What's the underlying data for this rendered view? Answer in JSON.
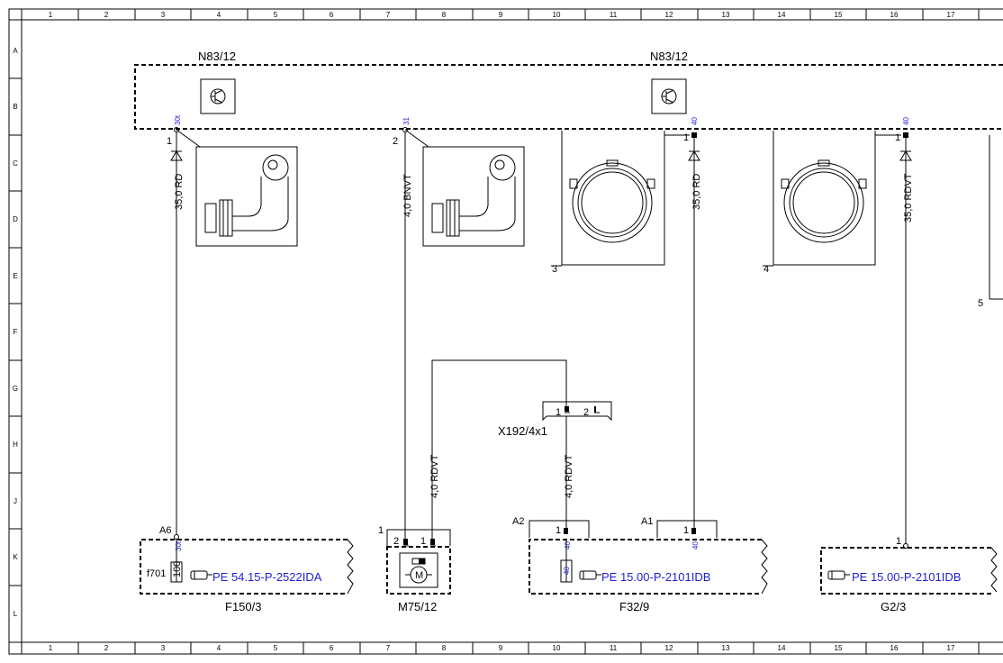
{
  "grid": {
    "columns": [
      "1",
      "2",
      "3",
      "4",
      "5",
      "6",
      "7",
      "8",
      "9",
      "10",
      "11",
      "12",
      "13",
      "14",
      "15",
      "16",
      "17"
    ],
    "rows": [
      "A",
      "B",
      "C",
      "D",
      "E",
      "F",
      "G",
      "H",
      "J",
      "K",
      "L"
    ]
  },
  "components": {
    "control_unit_left": "N83/12",
    "control_unit_right": "N83/12",
    "fuse_box": "F150/3",
    "motor": "M75/12",
    "prefuse_box": "F32/9",
    "battery": "G2/3",
    "connector": "X192/4x1"
  },
  "pins": {
    "n83_pin1": "1",
    "n83_pin2": "2",
    "n83_pin1_terminal": "30t",
    "n83_pin2_terminal": "31",
    "n83_pin_right1_terminal": "40",
    "n83_pin_right2_terminal": "40",
    "right1_pin": "1",
    "right2_pin": "1",
    "bolt_3": "3",
    "bolt_4": "4",
    "pin_5": "5",
    "conn_pin1": "1",
    "conn_pin2": "2",
    "fuse_box_pin": "A6",
    "fuse_box_terminal": "30t",
    "fuse_name": "f701",
    "fuse_rating": "100",
    "motor_label_1": "1",
    "motor_pin2": "2",
    "motor_pin1": "1",
    "prefuse_a2": "A2",
    "prefuse_a1": "A1",
    "prefuse_pin_left": "1",
    "prefuse_pin_right": "1",
    "prefuse_terminal_left": "40",
    "prefuse_terminal_right": "40",
    "prefuse_fuse_rating": "40",
    "battery_pin": "1"
  },
  "wires": {
    "w1": "35,0 RD",
    "w2": "4,0 BNVT",
    "w3": "35,0 RD",
    "w4": "35,0 RDVT",
    "w5": "4,0 RDVT",
    "w6": "4,0 RDVT"
  },
  "references": {
    "ref1": "PE 54.15-P-2522IDA",
    "ref2": "PE 15.00-P-2101IDB",
    "ref3": "PE 15.00-P-2101IDB"
  },
  "icons": {
    "transistor": "transistor-symbol-icon",
    "pointing_hand": "pointing-hand-icon",
    "motor": "motor-symbol-icon",
    "ground_terminal": "ground-terminal-icon",
    "ground_bolt": "ground-bolt-icon"
  }
}
